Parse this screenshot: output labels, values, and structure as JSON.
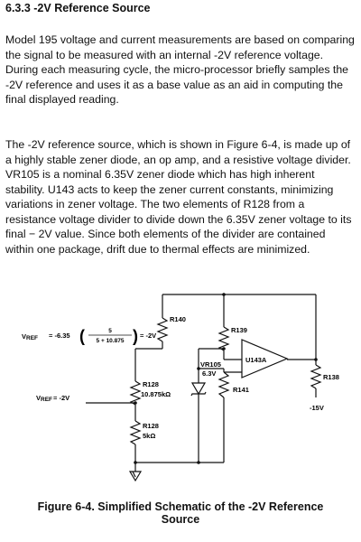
{
  "section": {
    "heading": "6.3.3 -2V Reference Source",
    "paragraphs": [
      "Model 195 voltage and current measurements are based on comparing the signal to be measured with an internal -2V reference voltage. During each measuring cycle, the micro-processor briefly samples the -2V reference and uses it as a base value as an aid in computing the final displayed reading.",
      "The -2V reference source, which is shown in Figure 6-4, is made up of a highly stable zener diode, an op amp, and a resistive voltage divider. VR105 is a nominal 6.35V zener diode which has high inherent stability. U143 acts to keep the zener current constants, minimizing variations in zener voltage. The two elements of R128 from a resistance voltage divider to divide down the 6.35V zener voltage to its final − 2V value. Since both elements of the divider are contained within one package, drift due to thermal effects are minimized."
    ]
  },
  "figure": {
    "equation": {
      "lhs": "V",
      "lhs_sub": "REF",
      "eq_start": "= -6.35",
      "numerator": "5",
      "denominator": "5 + 10.875",
      "result": "= -2V"
    },
    "vref_label": "V",
    "vref_sub": "REF",
    "vref_value": "= -2V",
    "components": {
      "r140": "R140",
      "r139": "R139",
      "r138": "R138",
      "r141": "R141",
      "vr105": "VR105",
      "vr105_value": "6.3V",
      "u143a": "U143A",
      "r128_top": "R128",
      "r128_top_value": "10.875kΩ",
      "r128_bottom": "R128",
      "r128_bottom_value": "5kΩ",
      "supply": "-15V"
    },
    "caption_line1": "Figure 6-4. Simplified Schematic of the -2V Reference",
    "caption_line2": "Source"
  }
}
